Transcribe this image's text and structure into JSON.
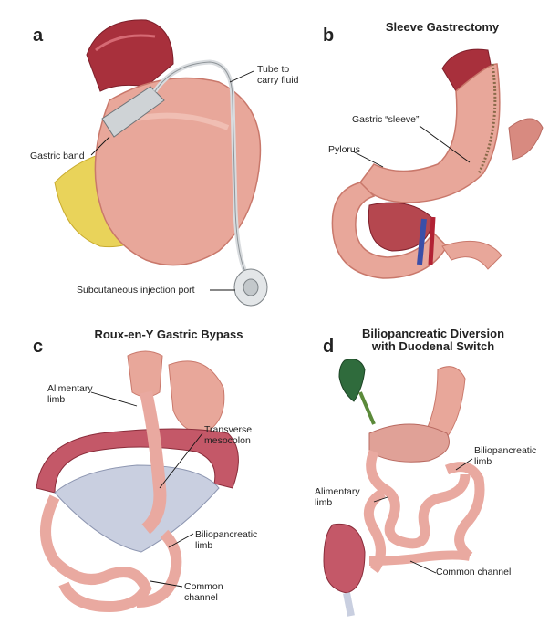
{
  "panels": {
    "a": {
      "letter": "a",
      "labels": {
        "tube": "Tube to\ncarry fluid",
        "band": "Gastric band",
        "port": "Subcutaneous injection port"
      }
    },
    "b": {
      "letter": "b",
      "title": "Sleeve Gastrectomy",
      "labels": {
        "sleeve": "Gastric “sleeve”",
        "pylorus": "Pylorus"
      }
    },
    "c": {
      "letter": "c",
      "title": "Roux-en-Y Gastric Bypass",
      "labels": {
        "alimentary": "Alimentary\nlimb",
        "mesocolon": "Transverse\nmesocolon",
        "biliopancreatic": "Biliopancreatic\nlimb",
        "common": "Common\nchannel"
      }
    },
    "d": {
      "letter": "d",
      "title": "Biliopancreatic Diversion\nwith Duodenal Switch",
      "labels": {
        "biliopancreatic": "Biliopancreatic\nlimb",
        "alimentary": "Alimentary\nlimb",
        "common": "Common channel"
      }
    }
  },
  "colors": {
    "stomach": "#e8a79a",
    "stomach_dark": "#c9786b",
    "muscle": "#a8303c",
    "fat": "#e9d35a",
    "intestine": "#e9a9a0",
    "mesentery": "#c9cfe0",
    "colon": "#c45868",
    "vein": "#3b4fa8",
    "gallbladder": "#2f6b3c",
    "band": "#cfd3d6"
  }
}
